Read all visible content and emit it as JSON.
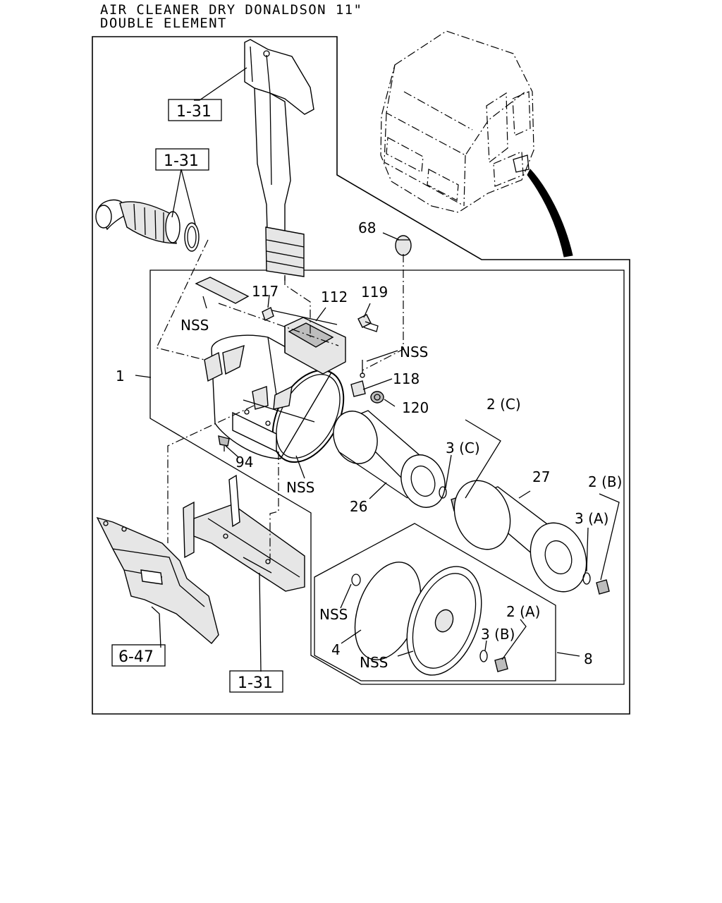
{
  "title": {
    "line1": "AIR CLEANER DRY DONALDSON 11\"",
    "line2": "DOUBLE ELEMENT"
  },
  "callouts": {
    "p1": "1",
    "p2c": "2 (C)",
    "p3c": "3 (C)",
    "p2b": "2 (B)",
    "p3a": "3 (A)",
    "p2a": "2 (A)",
    "p3b": "3 (B)",
    "p4": "4",
    "p8": "8",
    "p26": "26",
    "p27": "27",
    "p68": "68",
    "p94": "94",
    "p112": "112",
    "p117": "117",
    "p118": "118",
    "p119": "119",
    "p120": "120",
    "nss_cover": "NSS",
    "nss_bracket": "NSS",
    "nss_band": "NSS",
    "nss_gasket": "NSS",
    "nss_cap": "NSS"
  },
  "references": {
    "ref_duct_top": "1-31",
    "ref_hose": "1-31",
    "ref_frame": "1-31",
    "ref_fender": "6-47"
  }
}
